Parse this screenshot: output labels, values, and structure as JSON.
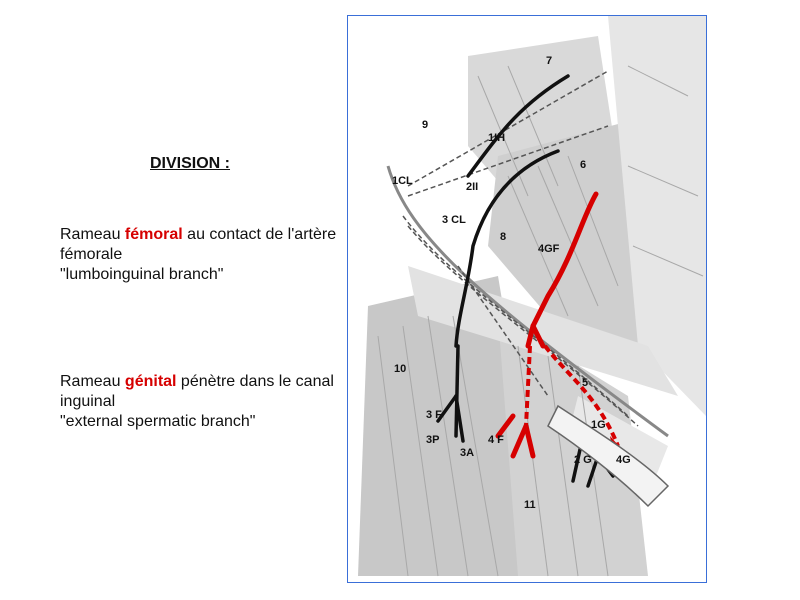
{
  "heading": "DIVISION :",
  "femoral": {
    "prefix": "Rameau ",
    "highlight": "fémoral",
    "suffix": " au contact de l'artère fémorale",
    "english": "\"lumboinguinal branch\""
  },
  "genital": {
    "prefix": " Rameau ",
    "highlight": "génital",
    "suffix": " pénètre dans le canal inguinal",
    "english": "\"external spermatic branch\""
  },
  "figure_labels": {
    "n7": "7",
    "n9": "9",
    "l1ih": "1IH",
    "l1cl": "1CL",
    "l2ii": "2II",
    "l6": "6",
    "l3cl": "3 CL",
    "l8": "8",
    "l4gf": "4GF",
    "l10": "10",
    "l5": "5",
    "l3f": "3 F",
    "l3p": "3P",
    "l3a": "3A",
    "l4f": "4 F",
    "l1g": "1G",
    "l2g": "2 G",
    "l4g": "4G",
    "l11": "11"
  },
  "colors": {
    "highlight": "#d60000",
    "frame": "#3a6fd8",
    "nerve": "#111111"
  }
}
